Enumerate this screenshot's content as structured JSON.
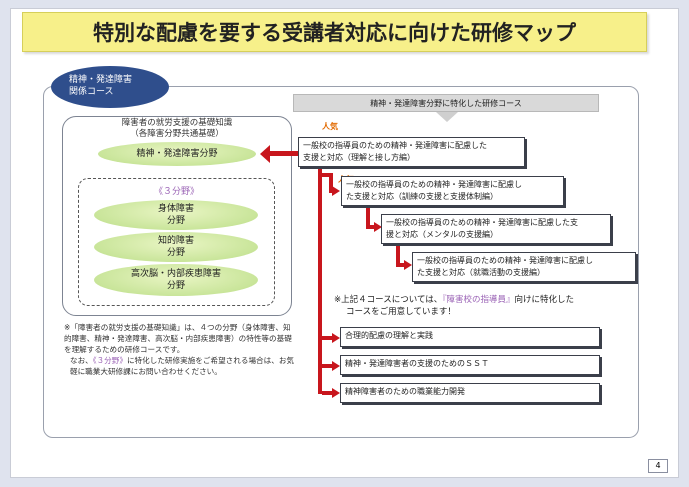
{
  "title": "特別な配慮を要する受講者対応に向けた研修マップ",
  "badge": {
    "line1": "精神・発達障害",
    "line2": "関係コース"
  },
  "basic": {
    "line1": "障害者の就労支援の基礎知識",
    "line2": "（各障害分野共通基礎）",
    "field": "精神・発達障害分野"
  },
  "three_fields": {
    "title": "《３分野》",
    "items": [
      {
        "line1": "身体障害",
        "line2": "分野"
      },
      {
        "line1": "知的障害",
        "line2": "分野"
      },
      {
        "line1": "高次脳・内部疾患障害",
        "line2": "分野"
      }
    ]
  },
  "note": {
    "p1": "※「障害者の就労支援の基礎知識」は、４つの分野（身体障害、知的障害、精神・発達障害、高次脳・内部疾患障害）の特性等の基礎を理解するための研修コースです。",
    "p2_a": "なお、",
    "p2_hl": "《３分野》",
    "p2_b": "に特化した研修実施をご希望される場合は、お気軽に職業大研修課にお問い合わせください。"
  },
  "header_specialized": "精神・発達障害分野に特化した研修コース",
  "instructor_courses": [
    {
      "line1": "一般校の指導員のための精神・発達障害に配慮した",
      "line2": "支援と対応（理解と接し方編）"
    },
    {
      "line1": "一般校の指導員のための精神・発達障害に配慮し",
      "line2": "た支援と対応（訓練の支援と支援体制編）"
    },
    {
      "line1": "一般校の指導員のための精神・発達障害に配慮した支",
      "line2": "援と対応（メンタルの支援編）"
    },
    {
      "line1": "一般校の指導員のための精神・発達障害に配慮し",
      "line2": "た支援と対応（就職活動の支援編）"
    }
  ],
  "person_label": "人気",
  "remark": {
    "a": "※上記４コースについては、",
    "hl": "『障害校の指導員』",
    "b": "向けに特化した",
    "line2": "コースをご用意しています！"
  },
  "other_courses": [
    "合理的配慮の理解と実践",
    "精神・発達障害者の支援のためのＳＳＴ",
    "精神障害者のための職業能力開発"
  ],
  "page_number": "4",
  "colors": {
    "accent_red": "#c8161d",
    "badge_navy": "#2f4e8c",
    "title_yellow": "#f7f08a",
    "ellipse_green": "#c9e59a",
    "highlight_purple": "#9a62b5"
  }
}
